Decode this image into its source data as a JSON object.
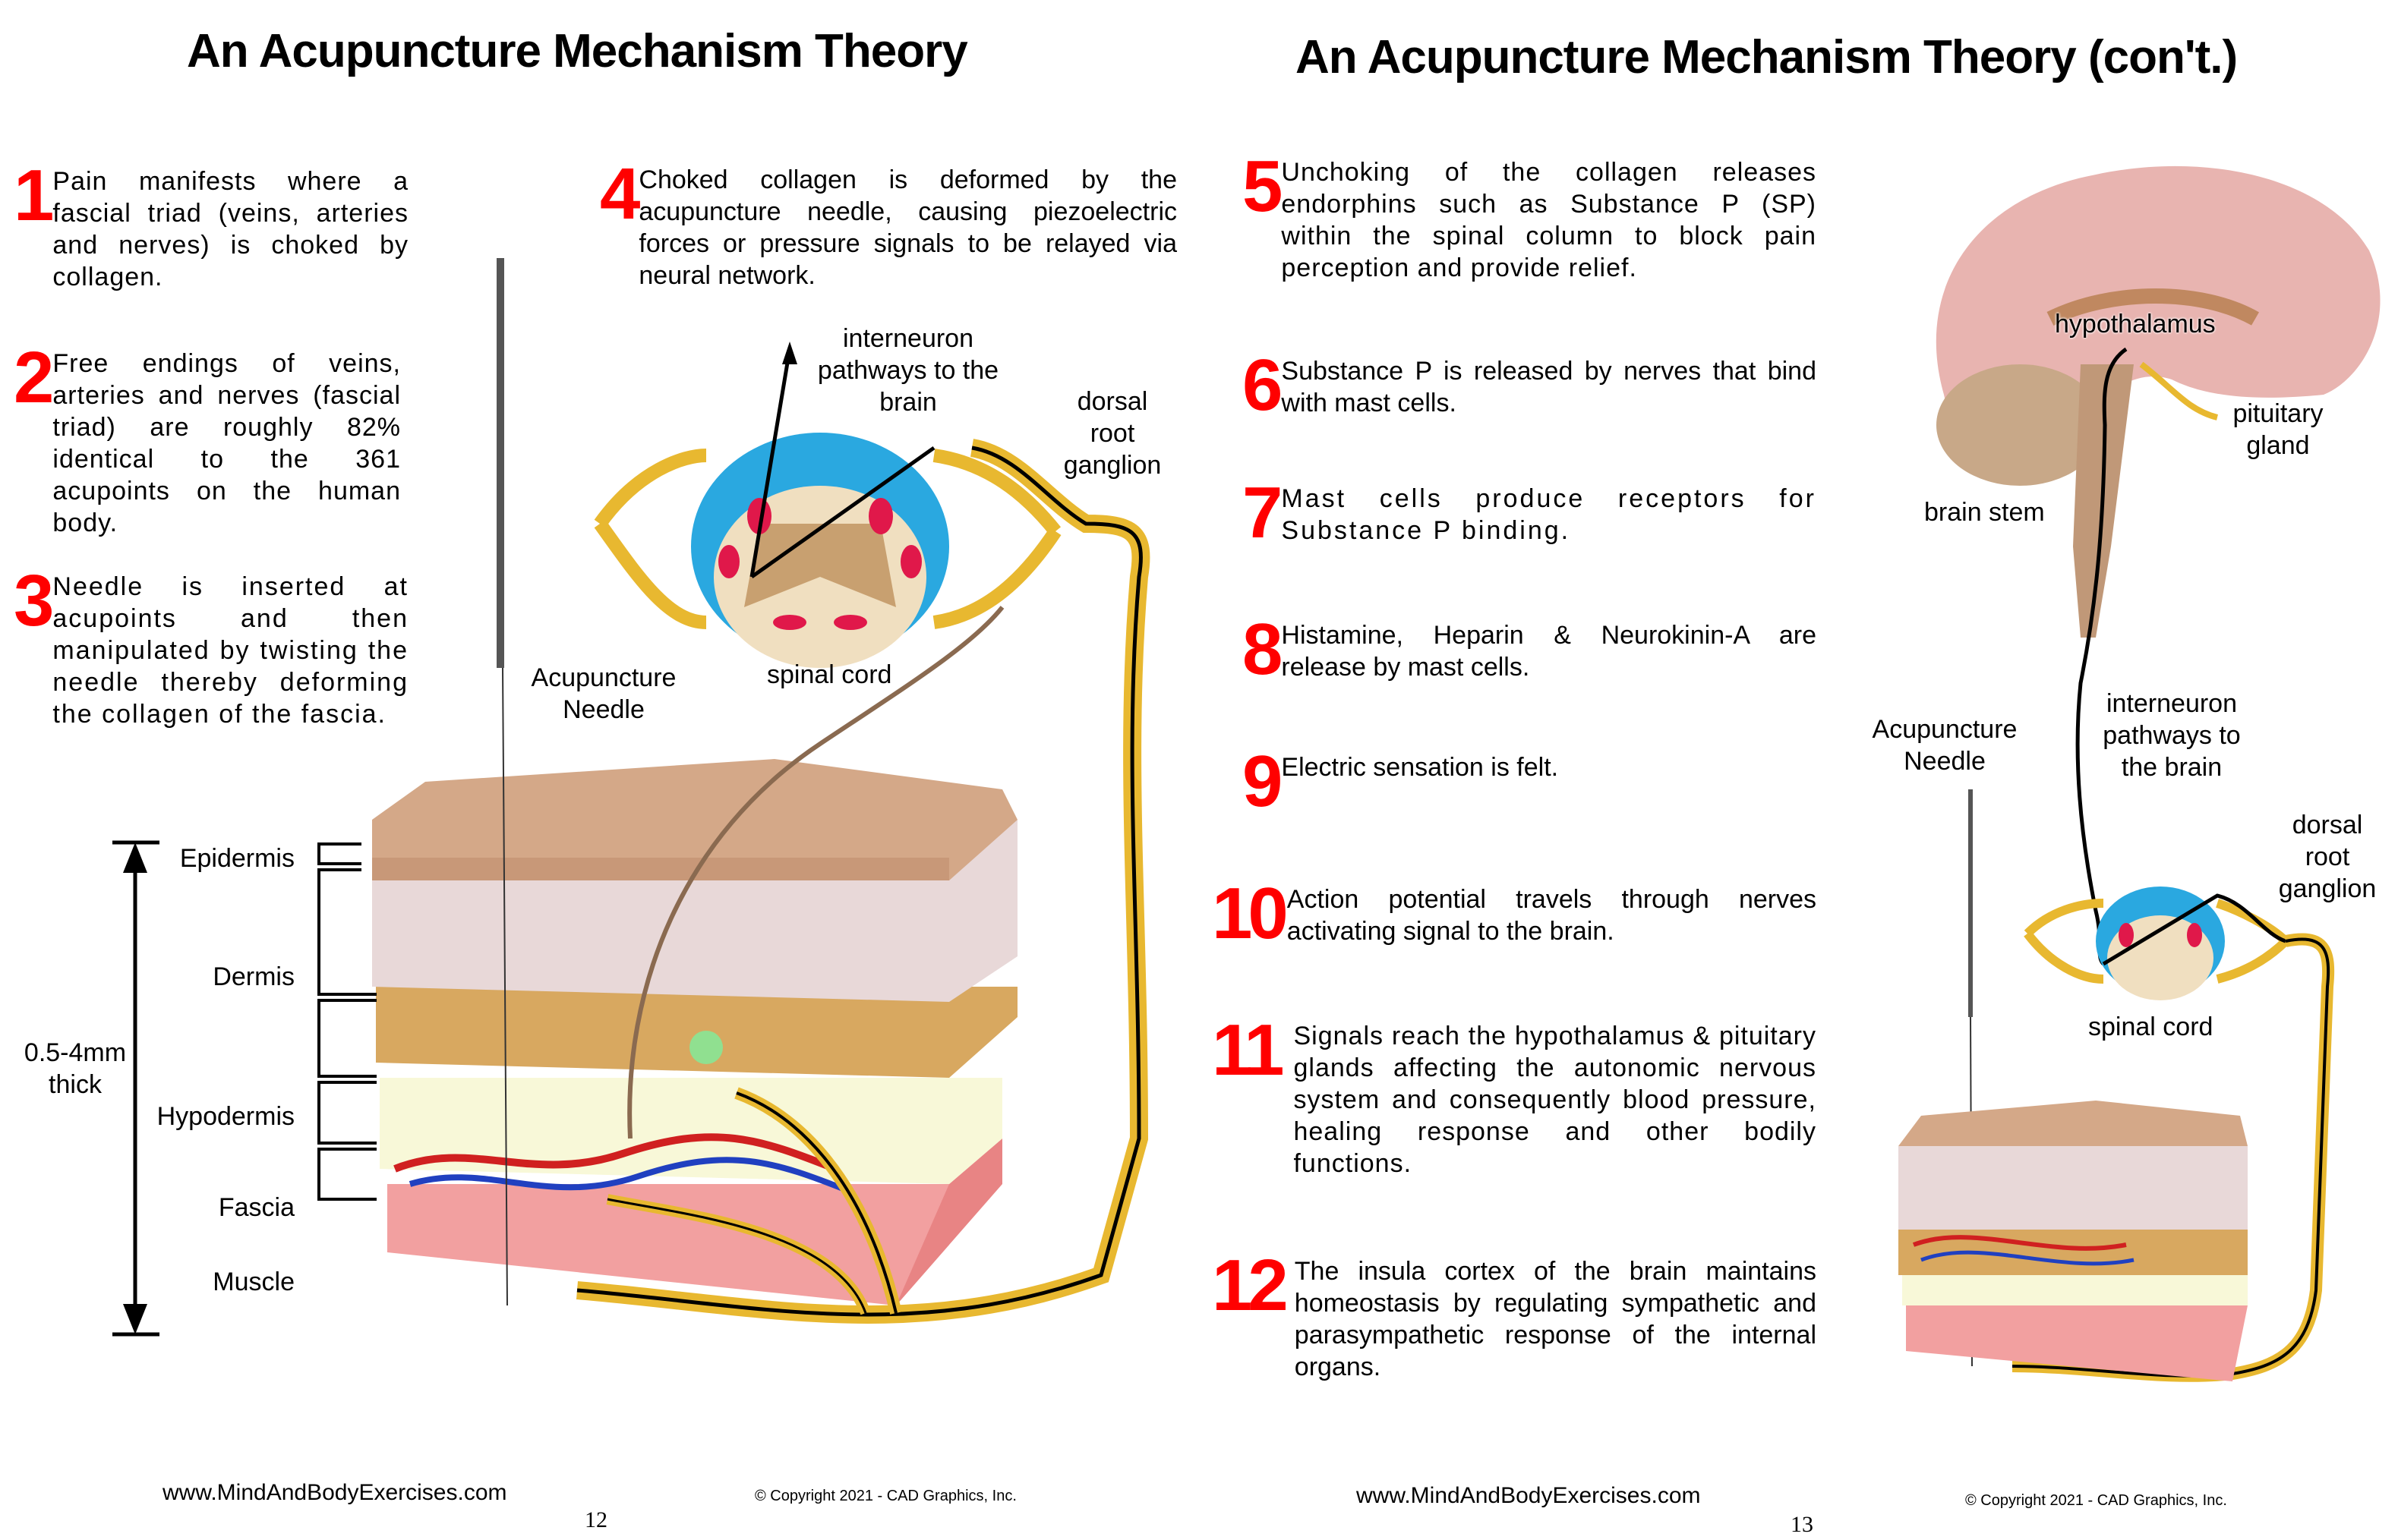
{
  "left_page": {
    "title": "An Acupuncture Mechanism Theory",
    "steps": [
      {
        "num": "1",
        "text": "Pain manifests where a fascial triad (veins, arteries and nerves) is choked by collagen."
      },
      {
        "num": "2",
        "text": "Free endings of veins, arteries and nerves (fascial triad) are roughly 82% identical to the 361 acupoints on the human body."
      },
      {
        "num": "3",
        "text": "Needle is inserted at acupoints and then manipulated by twisting the needle thereby deforming the collagen of the fascia."
      },
      {
        "num": "4",
        "text": "Choked collagen is deformed by the acupuncture needle, causing piezoelectric forces or pressure signals to be relayed via neural network."
      }
    ],
    "labels": {
      "interneuron": "interneuron pathways to the brain",
      "dorsal_root": "dorsal root ganglion",
      "spinal_cord": "spinal cord",
      "needle": "Acupuncture Needle"
    },
    "skin_layers": {
      "thickness": "0.5-4mm thick",
      "layers": [
        "Epidermis",
        "Dermis",
        "Hypodermis",
        "Fascia",
        "Muscle"
      ]
    },
    "footer": {
      "website": "www.MindAndBodyExercises.com",
      "copyright": "© Copyright 2021 - CAD Graphics, Inc.",
      "page_number": "12"
    }
  },
  "right_page": {
    "title": "An Acupuncture Mechanism Theory (con't.)",
    "steps": [
      {
        "num": "5",
        "text": "Unchoking of the collagen releases endorphins such as Substance P (SP) within the spinal column to block pain perception and provide relief."
      },
      {
        "num": "6",
        "text": "Substance P is released by nerves that bind with mast cells."
      },
      {
        "num": "7",
        "text": "Mast cells produce receptors for Substance P binding."
      },
      {
        "num": "8",
        "text": "Histamine, Heparin & Neurokinin-A are release by mast cells."
      },
      {
        "num": "9",
        "text": "Electric sensation is felt."
      },
      {
        "num": "10",
        "text": "Action potential travels through nerves activating signal to the brain."
      },
      {
        "num": "11",
        "text": "Signals reach the hypothalamus & pituitary glands affecting the autonomic nervous system and consequently blood pressure, healing response and other bodily functions."
      },
      {
        "num": "12",
        "text": "The insula cortex of the brain maintains homeostasis by regulating sympathetic and parasympathetic response of the internal organs."
      }
    ],
    "labels": {
      "hypothalamus": "hypothalamus",
      "pituitary": "pituitary gland",
      "brain_stem": "brain stem",
      "needle": "Acupuncture Needle",
      "interneuron": "interneuron pathways to the brain",
      "dorsal_root": "dorsal root ganglion",
      "spinal_cord": "spinal cord"
    },
    "footer": {
      "website": "www.MindAndBodyExercises.com",
      "copyright": "© Copyright 2021 - CAD Graphics, Inc.",
      "page_number": "13"
    }
  },
  "colors": {
    "step_number": "#ff0000",
    "nerve": "#e8b830",
    "spinal_blue": "#2aa8e0",
    "spinal_red": "#e0184a",
    "spinal_tan": "#f0dfc0",
    "skin_top": "#d4a888",
    "muscle": "#f08c8c",
    "brain": "#e8b4b0"
  }
}
